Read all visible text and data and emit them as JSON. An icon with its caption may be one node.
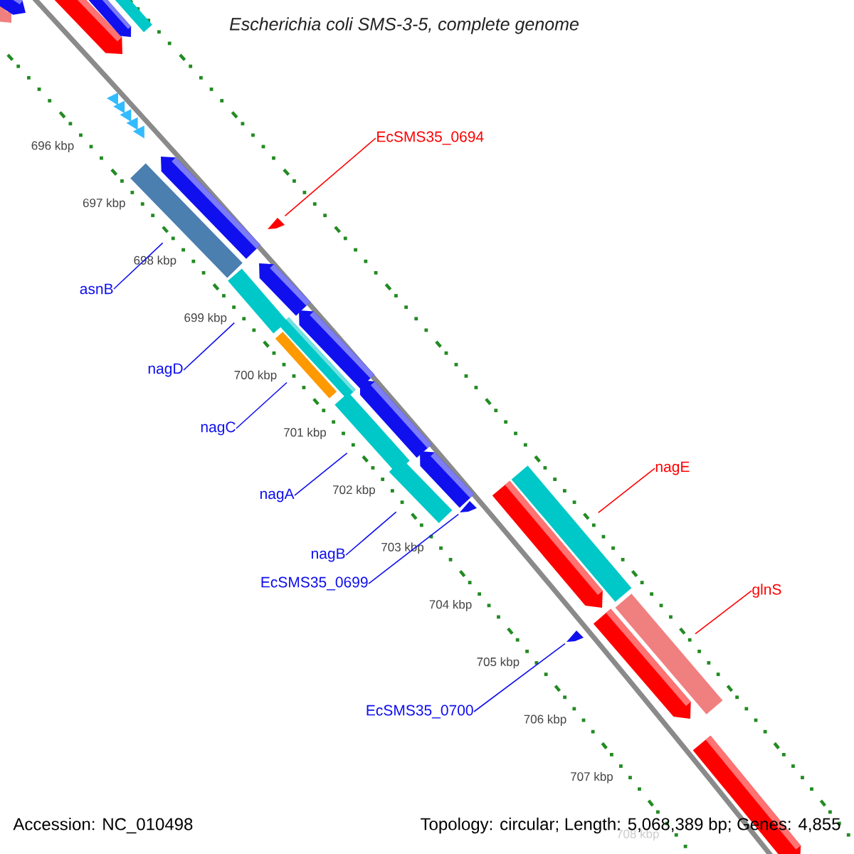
{
  "diagram": {
    "title": "Escherichia coli SMS-3-5, complete genome",
    "nodes": [
      {
        "text": [
          "EcSMS35_0694"
        ]
      },
      {
        "text": [
          "asnB"
        ]
      },
      {
        "text": [
          "nagD"
        ]
      },
      {
        "text": [
          "nagC"
        ]
      },
      {
        "text": [
          "nagE"
        ]
      },
      {
        "text": [
          "nagA"
        ]
      },
      {
        "text": [
          "nagB"
        ]
      },
      {
        "text": [
          "EcSMS35_0699"
        ]
      },
      {
        "text": [
          "glnS"
        ]
      },
      {
        "text": [
          "EcSMS35_0700"
        ]
      },
      {
        "text": [],
        "shape": "triangle"
      },
      {
        "text": [],
        "shape": "bar"
      },
      {
        "text": [],
        "shape": "bar"
      },
      {
        "text": [],
        "shape": "bar"
      },
      {
        "text": [],
        "shape": "bar"
      },
      {
        "text": [],
        "shape": "bar"
      },
      {
        "text": [],
        "shape": "triangle"
      },
      {
        "text": [],
        "shape": "bar"
      },
      {
        "text": [],
        "shape": "triangle"
      },
      {
        "text": [],
        "shape": "bar"
      },
      {
        "text": [],
        "shape": "bar"
      }
    ],
    "edges": [
      {
        "from": 0,
        "to": 10,
        "arrow": "none",
        "color": "#ff0000"
      },
      {
        "from": 1,
        "to": 11,
        "arrow": "none"
      },
      {
        "from": 2,
        "to": 12,
        "arrow": "none"
      },
      {
        "from": 3,
        "to": 13,
        "arrow": "none"
      },
      {
        "from": 5,
        "to": 14,
        "arrow": "none"
      },
      {
        "from": 6,
        "to": 15,
        "arrow": "none"
      },
      {
        "from": 7,
        "to": 16,
        "arrow": "none"
      },
      {
        "from": 4,
        "to": 17,
        "arrow": "none",
        "color": "#ff0000"
      },
      {
        "from": 9,
        "to": 18,
        "arrow": "none"
      },
      {
        "from": 8,
        "to": 19,
        "arrow": "none",
        "color": "#ff0000"
      }
    ],
    "labels": [
      "696 kbp",
      "697 kbp",
      "698 kbp",
      "699 kbp",
      "700 kbp",
      "701 kbp",
      "702 kbp",
      "703 kbp",
      "704 kbp",
      "705 kbp",
      "706 kbp",
      "707 kbp",
      "708 kbp",
      "Accession: NC_010498",
      "Topology: circular; Length: 5,068,389 bp; Genes: 4,855"
    ]
  }
}
